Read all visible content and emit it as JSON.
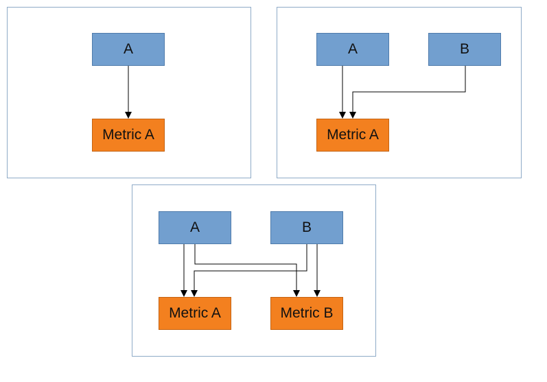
{
  "diagrams": [
    {
      "sources": [
        {
          "label": "A"
        }
      ],
      "metrics": [
        {
          "label": "Metric A"
        }
      ]
    },
    {
      "sources": [
        {
          "label": "A"
        },
        {
          "label": "B"
        }
      ],
      "metrics": [
        {
          "label": "Metric A"
        }
      ]
    },
    {
      "sources": [
        {
          "label": "A"
        },
        {
          "label": "B"
        }
      ],
      "metrics": [
        {
          "label": "Metric A"
        },
        {
          "label": "Metric B"
        }
      ]
    }
  ],
  "colors": {
    "panel_border": "#8eaac7",
    "source_fill": "#729fcf",
    "metric_fill": "#f3801f",
    "connector": "#000000"
  }
}
